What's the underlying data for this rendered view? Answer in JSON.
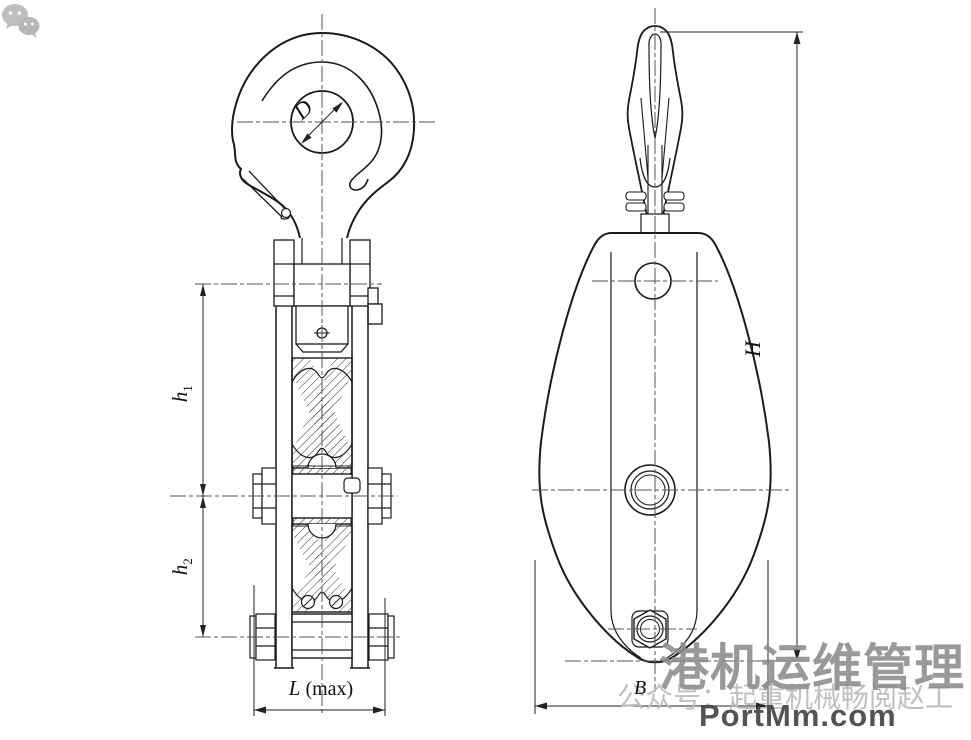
{
  "dimensions": {
    "d": "D",
    "h1_base": "h",
    "h1_sub": "1",
    "h2_base": "h",
    "h2_sub": "2",
    "l_base": "L",
    "l_suffix": "(max)",
    "h_total": "H",
    "b": "B"
  },
  "watermark": {
    "brand": "港机运维管理",
    "account_line": "公众号：起重机械畅阅赵工",
    "website": "PortMm.com",
    "icon": "wechat-icon"
  },
  "colors": {
    "line": "#1a1a1a",
    "dimension_line": "#222222",
    "centerline": "#555555",
    "watermark_brand": "#8c8c8c",
    "watermark_account": "#bdbdbd",
    "watermark_site": "#414141",
    "background": "#ffffff"
  }
}
